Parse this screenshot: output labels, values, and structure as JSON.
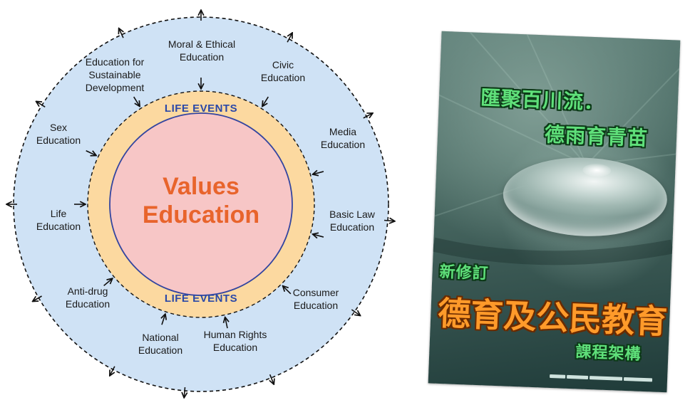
{
  "diagram": {
    "center_title": "Values\nEducation",
    "ring_label": "LIFE EVENTS",
    "topics": [
      "Moral & Ethical\nEducation",
      "Civic\nEducation",
      "Media\nEducation",
      "Basic Law\nEducation",
      "Consumer\nEducation",
      "Human Rights\nEducation",
      "National\nEducation",
      "Anti-drug\nEducation",
      "Life\nEducation",
      "Sex\nEducation",
      "Education for\nSustainable\nDevelopment"
    ],
    "colors": {
      "outer_fill": "#cfe2f5",
      "ring_fill": "#fcd9a0",
      "inner_fill": "#f7c6c6",
      "inner_stroke": "#3345a0",
      "center_text": "#e8642c",
      "ring_text": "#2a48a8"
    }
  },
  "poster": {
    "line1": "匯聚百川流．",
    "line2": "德雨育青苗",
    "line3": "新修訂",
    "line4": "德育及公民教育",
    "line5": "課程架構",
    "colors": {
      "green_text": "#5fe07a",
      "orange_text": "#ff9a2a",
      "background": "#4f6f68"
    }
  }
}
